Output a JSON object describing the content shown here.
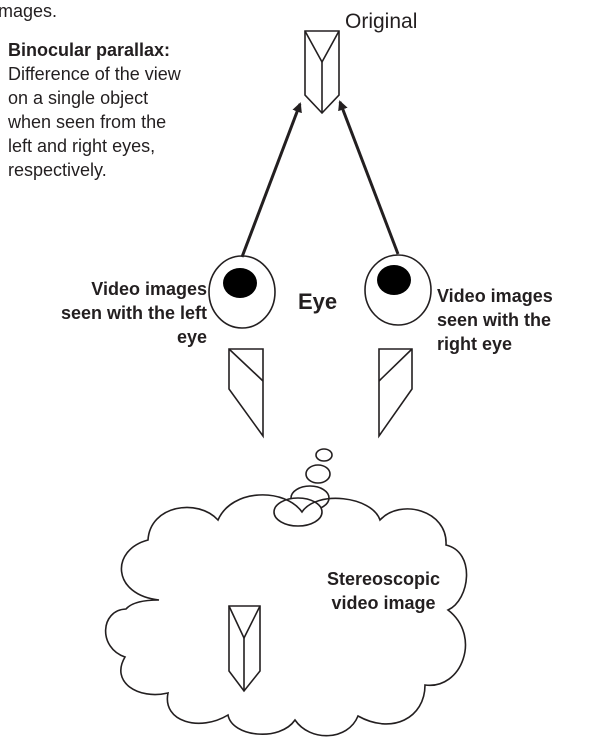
{
  "top_fragment": "mages.",
  "original_label": "Original",
  "parallax": {
    "title": "Binocular parallax:",
    "lines": [
      "Difference of the view",
      "on a single object",
      "when seen from the",
      "left and right eyes,",
      "respectively."
    ]
  },
  "eye_label": "Eye",
  "left_caption": [
    "Video images",
    "seen with the left",
    "eye"
  ],
  "right_caption": [
    "Video images",
    "seen with the",
    "right eye"
  ],
  "stereo_caption": [
    "Stereoscopic",
    "video image"
  ],
  "colors": {
    "stroke": "#231f20",
    "background": "#ffffff"
  }
}
